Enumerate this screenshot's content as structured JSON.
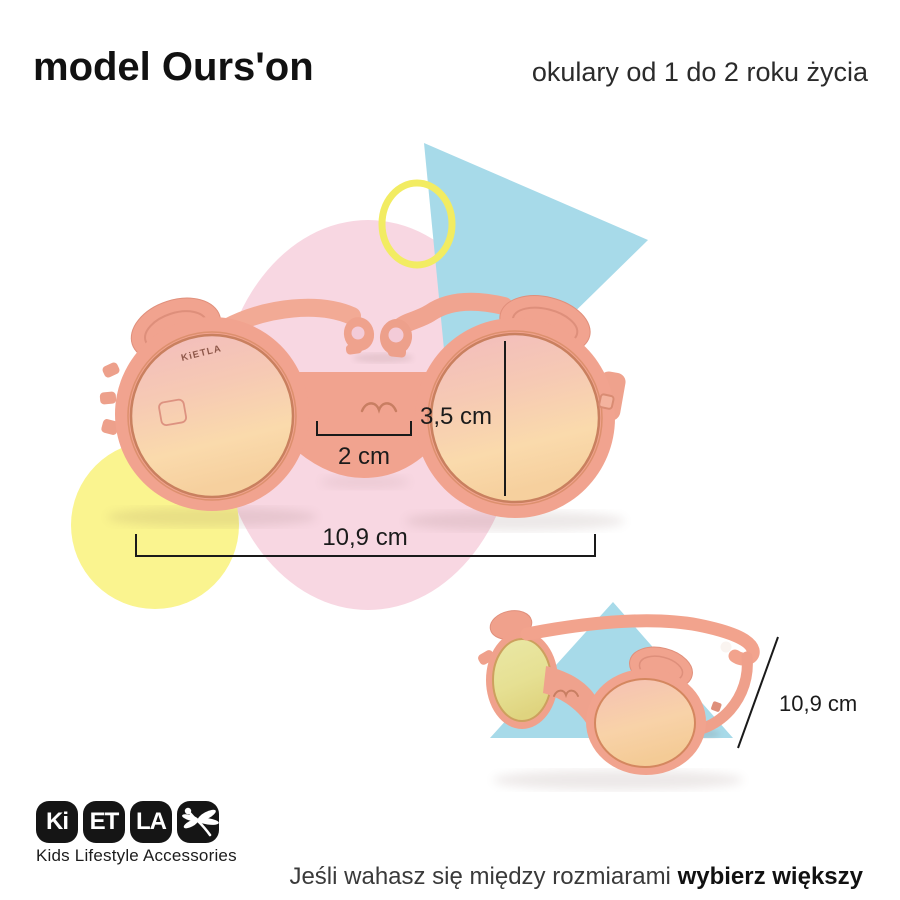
{
  "header": {
    "title": "model Ours'on",
    "subtitle": "okulary od 1 do 2 roku życia"
  },
  "measurements": {
    "lens_height": "3,5 cm",
    "bridge_width": "2 cm",
    "frame_width": "10,9 cm",
    "temple_length": "10,9 cm"
  },
  "product": {
    "lens_print": "KiETLA"
  },
  "logo": {
    "blocks": [
      "Ki",
      "ET",
      "LA"
    ],
    "dragonfly": "dragonfly-icon",
    "tagline": "Kids Lifestyle Accessories"
  },
  "footer": {
    "text": "Jeśli wahasz się między rozmiarami ",
    "bold": "wybierz większy"
  },
  "colors": {
    "pink_circle": "#F8D7E2",
    "blue_triangle": "#A7DAE9",
    "yellow_circle": "#FAF48F",
    "yellow_ring": "#F2EC62",
    "frame_peach": "#F1A38F",
    "measure_line": "#1A1A1A"
  }
}
